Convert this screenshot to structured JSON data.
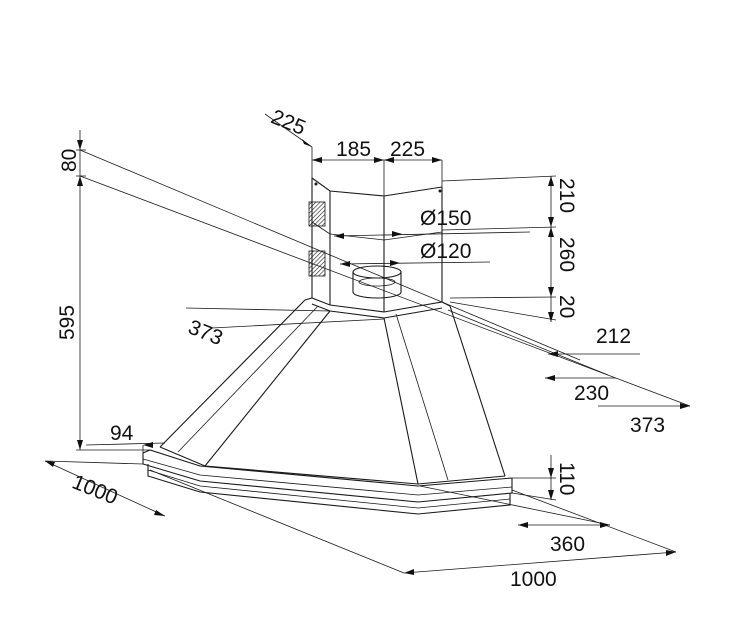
{
  "dimensions": {
    "d225_top": "225",
    "d185": "185",
    "d225_right": "225",
    "d80": "80",
    "d595": "595",
    "d210": "210",
    "dia150": "Ø150",
    "d260": "260",
    "dia120": "Ø120",
    "d20": "20",
    "d373_left": "373",
    "d212": "212",
    "d230": "230",
    "d373_right": "373",
    "d94": "94",
    "d110": "110",
    "d1000_left": "1000",
    "d360": "360",
    "d1000_bottom": "1000"
  },
  "colors": {
    "line": "#1a1a1a",
    "background": "#ffffff"
  }
}
